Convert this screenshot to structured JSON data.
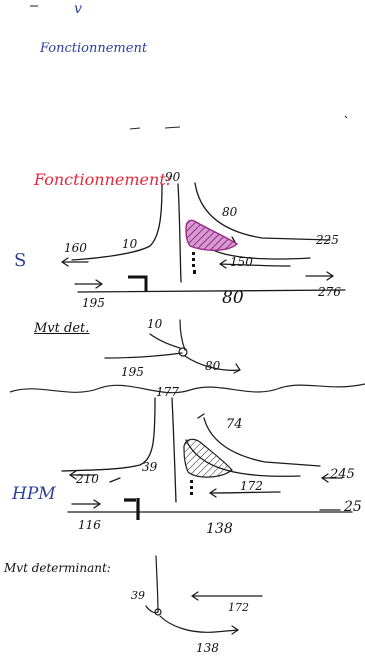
{
  "header": {
    "mark": "v",
    "title": "Fonctionnement"
  },
  "section_1": {
    "heading": "Fonctionnement:",
    "label_s": "S",
    "flows": {
      "north_in": "90",
      "ramp": "80",
      "left_turn": "10",
      "east_in": "225",
      "west_out": "160",
      "east_to_south": "150",
      "through": "80",
      "west_in": "195",
      "east_out": "276"
    },
    "mouvement": {
      "label": "Mvt det.",
      "value_1": "10",
      "value_2": "195",
      "value_3": "80"
    }
  },
  "section_2": {
    "label_hpm": "HPM",
    "flows": {
      "north_in": "177",
      "ramp": "74",
      "left_turn": "39",
      "west_out": "210",
      "east_in": "245",
      "east_to_south": "172",
      "east_out": "25",
      "west_in": "116",
      "through": "138"
    },
    "mouvement": {
      "label": "Mvt determinant:",
      "value_1": "39",
      "value_2": "172",
      "value_3": "138"
    }
  },
  "colors": {
    "ink": "#111111",
    "blue_ink": "#2a3f9e",
    "red_ink": "#e3283c",
    "magenta_hatch": "#b8379a"
  }
}
